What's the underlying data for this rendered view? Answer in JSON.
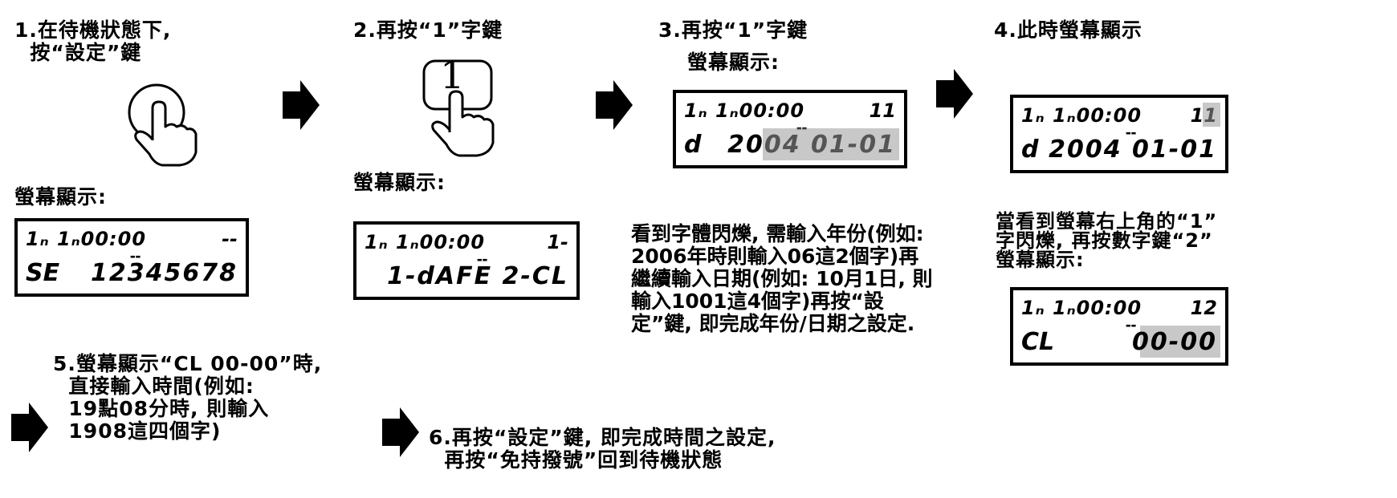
{
  "colors": {
    "lcd_highlight": "#9a9a9a",
    "ink": "#000000"
  },
  "steps": {
    "s1": {
      "title": "1.在待機狀態下,\n  按“設定”鍵",
      "screen_label": "螢幕顯示:"
    },
    "s2": {
      "title": "2.再按“1”字鍵",
      "screen_label": "螢幕顯示:",
      "key": "1"
    },
    "s3": {
      "title": "3.再按“1”字鍵",
      "screen_label": "螢幕顯示:",
      "note": "看到字體閃爍, 需輸入年份(例如: 2006年時則輸入06這2個字)再繼續輸入日期(例如: 10月1日, 則輸入1001這4個字)再按“設定”鍵, 即完成年份/日期之設定."
    },
    "s4": {
      "title": "4.此時螢幕顯示",
      "note": "當看到螢幕右上角的“1”\n字閃爍, 再按數字鍵“2”\n螢幕顯示:"
    },
    "s5": {
      "text": "5.螢幕顯示“CL 00-00”時,\n  直接輸入時間(例如:\n  19點08分時, 則輸入\n  1908這四個字)"
    },
    "s6": {
      "text": "6.再按“設定”鍵, 即完成時間之設定,\n  再按“免持撥號”回到待機狀態"
    }
  },
  "lcds": {
    "d1": {
      "top_left": "1ₙ 1ₙ00:00",
      "top_right": "--",
      "mid": "▬▬",
      "bottom_left": "SE",
      "bottom_right": "12345678"
    },
    "d2": {
      "top_left": "1ₙ 1ₙ00:00",
      "top_right": "1-",
      "mid": "▬▬",
      "bottom_left": "",
      "bottom_right": "1-dAFE 2-CL"
    },
    "d3": {
      "top_left": "1ₙ 1ₙ00:00",
      "top_right": "11",
      "mid": "▬▬",
      "bottom_left": "d",
      "bottom_right": "2004 01-01"
    },
    "d4": {
      "top_left": "1ₙ 1ₙ00:00",
      "top_right": "11",
      "mid": "▬▬",
      "bottom_left": "d",
      "bottom_right": "2004 01-01"
    },
    "d5": {
      "top_left": "1ₙ 1ₙ00:00",
      "top_right": "12",
      "mid": "▬▬",
      "bottom_left": "CL",
      "bottom_right": "00-00"
    }
  }
}
